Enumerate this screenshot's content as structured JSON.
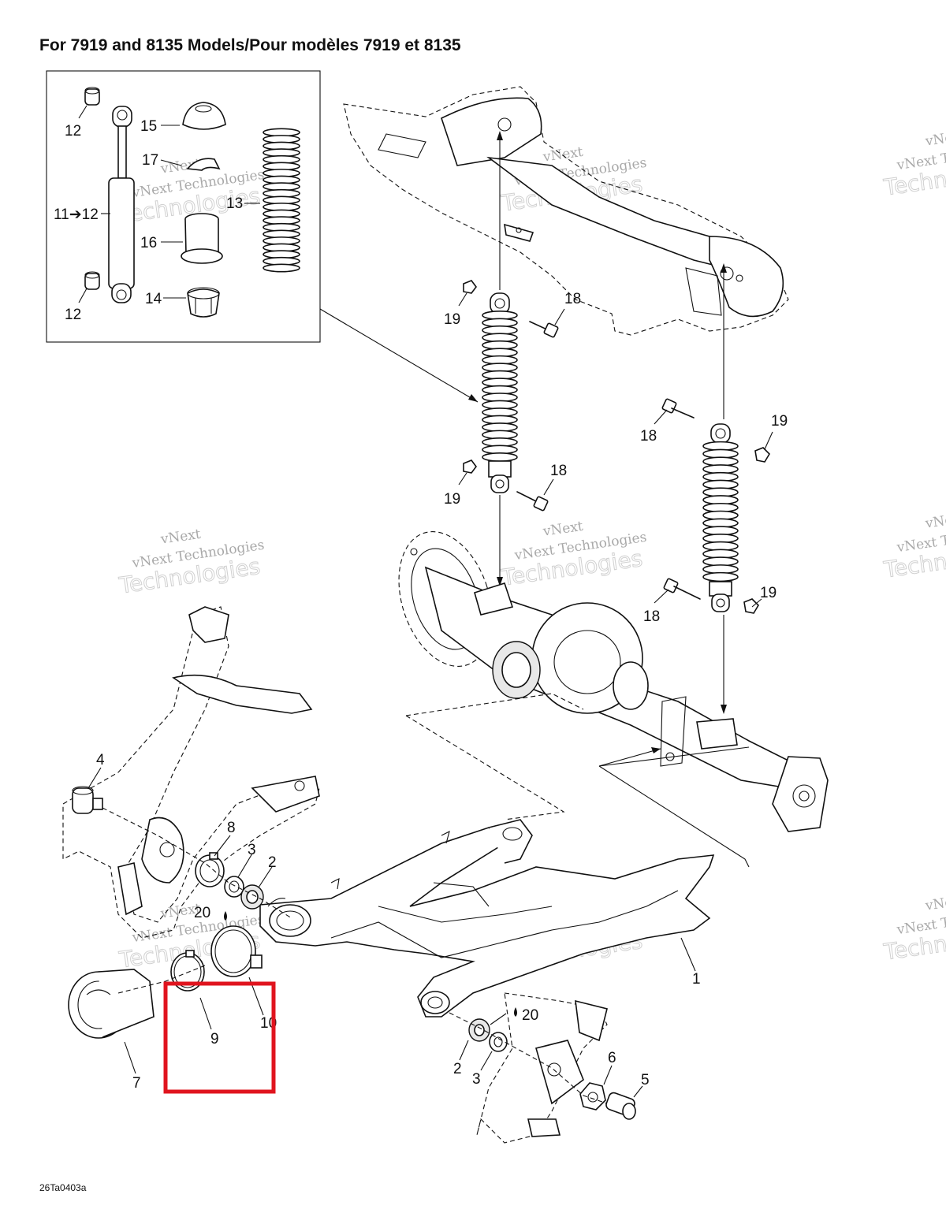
{
  "title": "For 7919 and 8135 Models/Pour modèles 7919 et 8135",
  "watermark": {
    "line1": "vNext",
    "line2": "vNext Technologies",
    "line3": "Technologies"
  },
  "figure_code": "26Ta0403a",
  "highlight_color": "#e0141e",
  "callouts": {
    "c1": "1",
    "c2a": "2",
    "c2b": "2",
    "c3a": "3",
    "c3b": "3",
    "c4": "4",
    "c5": "5",
    "c6": "6",
    "c7": "7",
    "c8": "8",
    "c9": "9",
    "c10": "10",
    "c11_12": "11➔12",
    "c12a": "12",
    "c12b": "12",
    "c13": "13",
    "c14": "14",
    "c15": "15",
    "c16": "16",
    "c17": "17",
    "c18a": "18",
    "c18b": "18",
    "c18c": "18",
    "c18d": "18",
    "c19a": "19",
    "c19b": "19",
    "c19c": "19",
    "c19d": "19",
    "c20a": "20",
    "c20b": "20"
  }
}
